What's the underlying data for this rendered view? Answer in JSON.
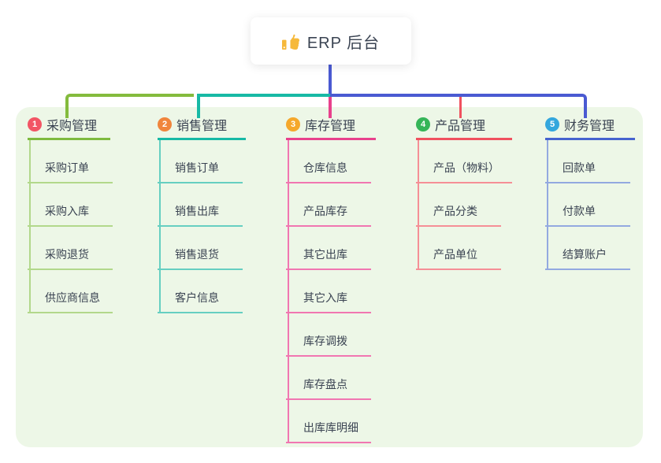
{
  "root": {
    "title": "ERP 后台",
    "icon": "thumbs-up-icon"
  },
  "canvas": {
    "background": "#ffffff",
    "panel_background": "#edf7e7"
  },
  "connectors": {
    "stem_color": "#4a5ad2",
    "left_segment_color": "#84bb3d",
    "mid_segment_color": "#17b9a5",
    "right_segment_color": "#4a5ad2"
  },
  "text_color": "#3a4352",
  "branches": [
    {
      "num": "1",
      "label": "采购管理",
      "badge_color": "#f25565",
      "line_color": "#7eba3f",
      "child_line_color": "#b2d88b",
      "drop_color": "#84bb3d",
      "children": [
        "采购订单",
        "采购入库",
        "采购退货",
        "供应商信息"
      ]
    },
    {
      "num": "2",
      "label": "销售管理",
      "badge_color": "#f0853c",
      "line_color": "#17b9a5",
      "child_line_color": "#66cfc1",
      "drop_color": "#17b9a5",
      "children": [
        "销售订单",
        "销售出库",
        "销售退货",
        "客户信息"
      ]
    },
    {
      "num": "3",
      "label": "库存管理",
      "badge_color": "#f5a82c",
      "line_color": "#e8418c",
      "child_line_color": "#f176b1",
      "drop_color": "#e8418c",
      "children": [
        "仓库信息",
        "产品库存",
        "其它出库",
        "其它入库",
        "库存调拨",
        "库存盘点",
        "出库库明细"
      ]
    },
    {
      "num": "4",
      "label": "产品管理",
      "badge_color": "#35b558",
      "line_color": "#f0515f",
      "child_line_color": "#f58f96",
      "drop_color": "#f0515f",
      "children": [
        "产品（物料）",
        "产品分类",
        "产品单位"
      ]
    },
    {
      "num": "5",
      "label": "财务管理",
      "badge_color": "#34a7dd",
      "line_color": "#4663cf",
      "child_line_color": "#93a9e0",
      "drop_color": "#4a5ad2",
      "children": [
        "回款单",
        "付款单",
        "结算账户"
      ]
    }
  ]
}
